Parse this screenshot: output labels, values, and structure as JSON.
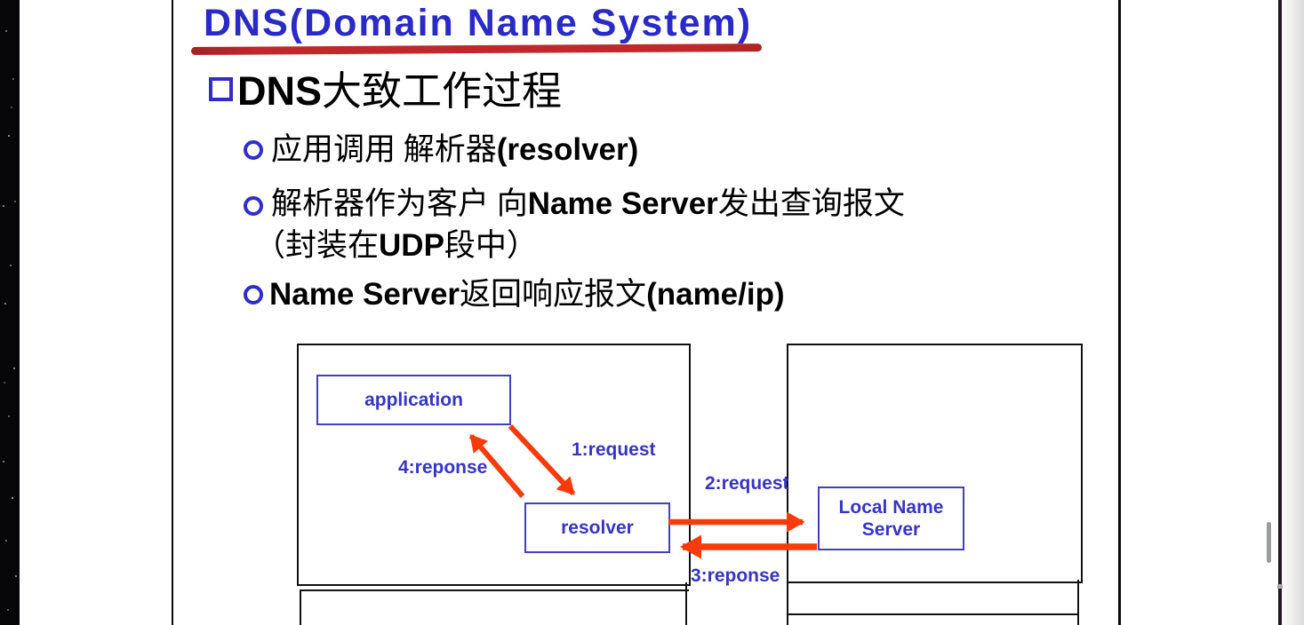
{
  "slide": {
    "title": "DNS(Domain Name System)",
    "bullets": {
      "heading": {
        "p1": "DNS",
        "p2": "大致工作过程"
      },
      "item1": {
        "p1": "应用调用 解析器",
        "p2": "(resolver)"
      },
      "item2": {
        "p1": "解析器作为客户 向",
        "p2": "Name Server",
        "p3": "发出查询报文"
      },
      "item2b": {
        "p1": "（封装在",
        "p2": "UDP",
        "p3": "段中）"
      },
      "item3": {
        "p1": "Name Server",
        "p2": "返回响应报文",
        "p3": "(name/ip)"
      }
    },
    "diagram": {
      "application_label": "application",
      "resolver_label": "resolver",
      "local_name_server_label": "Local Name Server",
      "arrow1_label": "1:request",
      "arrow2_label": "2:request",
      "arrow3_label": "3:reponse",
      "arrow4_label": "4:reponse"
    }
  },
  "colors": {
    "title_blue": "#2a2ac8",
    "underline_red": "#c1282b",
    "bullet_blue": "#2d2dd0",
    "diagram_label_blue": "#3535c8",
    "arrow_red": "#f83a0c",
    "frame_black": "#0a0a0a"
  }
}
